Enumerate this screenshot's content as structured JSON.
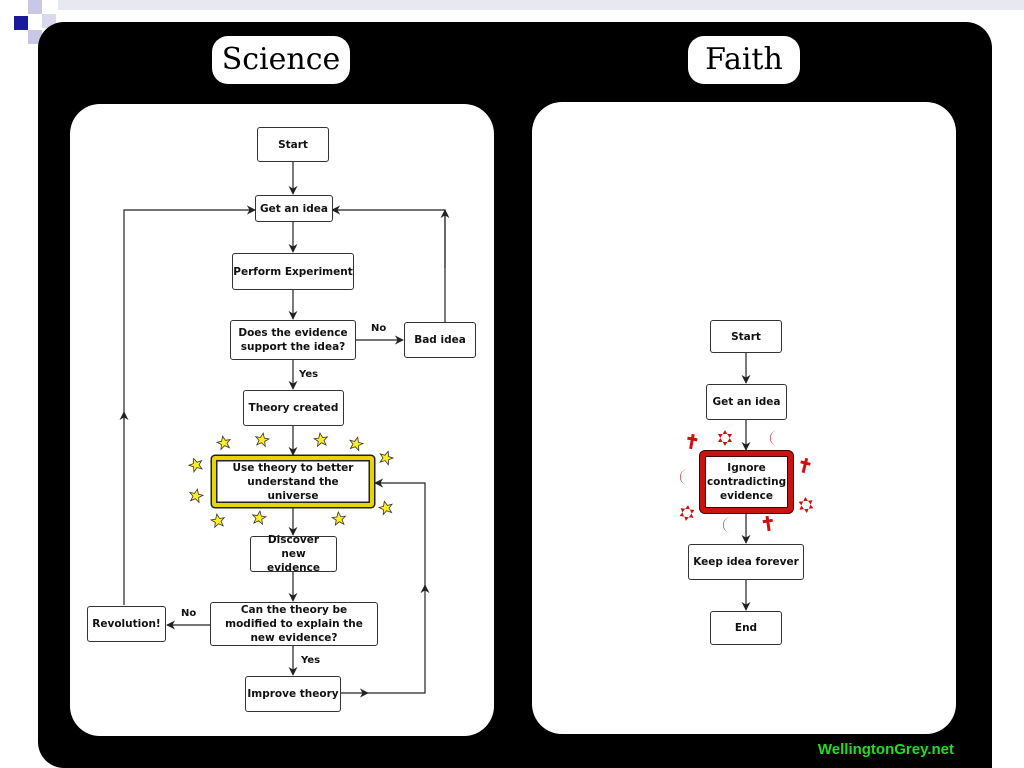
{
  "titles": {
    "science": "Science",
    "faith": "Faith"
  },
  "science": {
    "start": "Start",
    "get_idea": "Get an idea",
    "perform": "Perform Experiment",
    "evidence_q": "Does the evidence support the idea?",
    "bad_idea": "Bad idea",
    "theory_created": "Theory created",
    "use_theory": "Use theory to better understand the universe",
    "discover": "Discover new evidence",
    "modify_q": "Can the theory be modified to explain the new evidence?",
    "revolution": "Revolution!",
    "improve": "Improve theory",
    "label_no_1": "No",
    "label_yes_1": "Yes",
    "label_no_2": "No",
    "label_yes_2": "Yes"
  },
  "faith": {
    "start": "Start",
    "get_idea": "Get an idea",
    "ignore": "Ignore contradicting evidence",
    "keep": "Keep idea forever",
    "end": "End"
  },
  "credit": "WellingtonGrey.net",
  "colors": {
    "frame": "#000000",
    "star": "#ffee22",
    "highlight_gold": "#e8d400",
    "highlight_red": "#cc1111",
    "credit": "#22dd22",
    "corner_blue": "#1a1a99"
  },
  "icons": [
    "star-icon",
    "cross-icon",
    "crescent-icon",
    "star-of-david-icon"
  ]
}
